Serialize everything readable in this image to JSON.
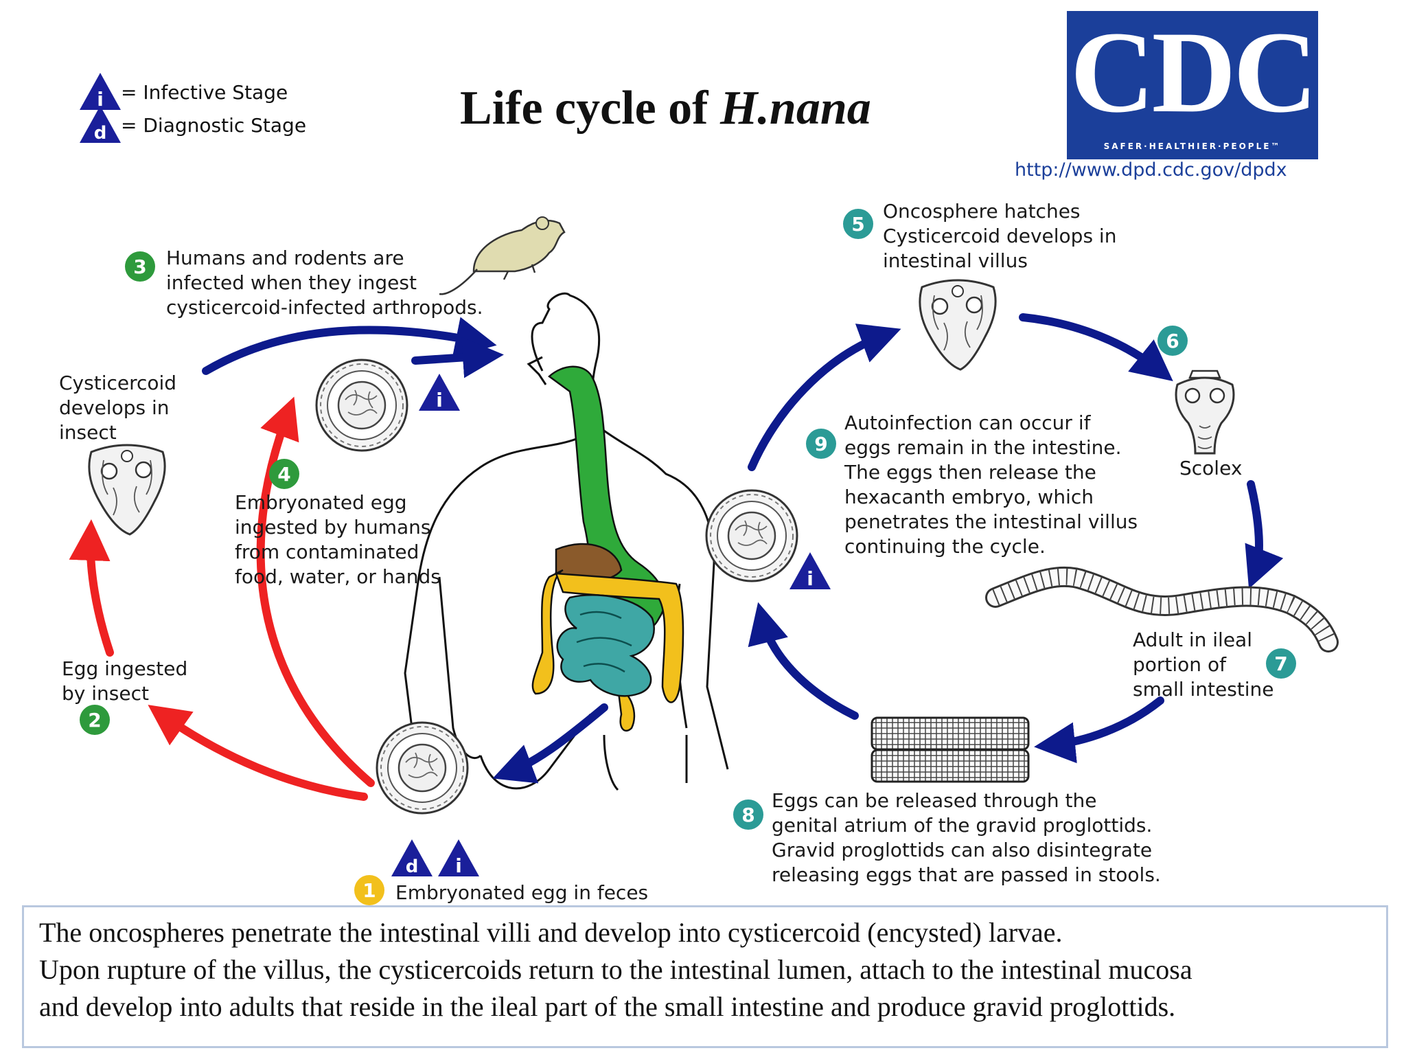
{
  "title": {
    "prefix": "Life cycle of ",
    "species": "H.nana"
  },
  "legend": {
    "infective": {
      "letter": "i",
      "label": "= Infective Stage"
    },
    "diagnostic": {
      "letter": "d",
      "label": "= Diagnostic Stage"
    }
  },
  "logo": {
    "letters": "CDC",
    "tagline": "SAFER·HEALTHIER·PEOPLE™"
  },
  "url": "http://www.dpd.cdc.gov/dpdx",
  "steps": [
    {
      "number": "1",
      "text": "Embryonated egg in feces"
    },
    {
      "number": "2",
      "text": "Egg ingested\nby insect"
    },
    {
      "number": "3",
      "text": "Humans and rodents are\ninfected when they ingest\ncysticercoid-infected arthropods."
    },
    {
      "number": "4",
      "text": "Embryonated egg\ningested by humans\nfrom contaminated\nfood, water, or hands"
    },
    {
      "number": "5",
      "text": "Oncosphere hatches\nCysticercoid develops in\nintestinal villus"
    },
    {
      "number": "6",
      "text": ""
    },
    {
      "number": "7",
      "text": "Adult in ileal\nportion of\nsmall intestine"
    },
    {
      "number": "8",
      "text": "Eggs can be released through the\ngenital atrium of the gravid proglottids.\nGravid proglottids can also disintegrate\nreleasing eggs that are passed in stools."
    },
    {
      "number": "9",
      "text": "Autoinfection can occur if\neggs remain in the intestine.\nThe eggs then release the\nhexacanth embryo, which\npenetrates the intestinal villus\ncontinuing the cycle."
    }
  ],
  "labels": {
    "cysticercoid_insect": "Cysticercoid\ndevelops in\ninsect",
    "scolex": "Scolex"
  },
  "caption": [
    "The oncospheres  penetrate the intestinal villi  and develop into cysticercoid (encysted) larvae.",
    "Upon rupture of the villus, the cysticercoids return to the intestinal lumen, attach to the intestinal mucosa",
    "and develop into adults that reside in the ileal part of the small intestine  and produce gravid proglottids."
  ],
  "colors": {
    "human_cycle_arrow": "#0d1a8c",
    "insect_cycle_arrow": "#ee2222",
    "step_badge_green": "#2e9a3c",
    "step_badge_teal": "#2b9b96",
    "step_badge_yellow": "#f2c01c",
    "stage_triangle": "#1a1f9a",
    "cdc_blue": "#1b3f9a"
  },
  "icons": [
    "rodent-icon",
    "human-body-icon",
    "egg-icon",
    "cysticercoid-icon",
    "scolex-icon",
    "adult-tapeworm-icon",
    "gravid-proglottids-icon",
    "infective-stage-icon",
    "diagnostic-stage-icon"
  ]
}
